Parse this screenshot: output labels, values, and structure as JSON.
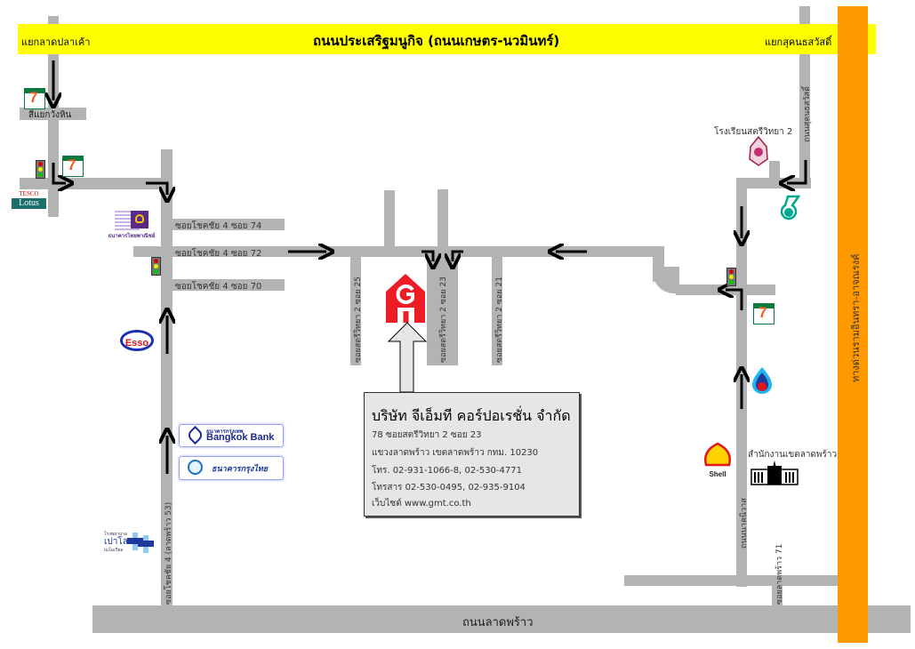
{
  "top_road": {
    "left_label": "แยกลาดปลาเค้า",
    "title": "ถนนประเสริฐมนูกิจ (ถนนเกษตร-นวมินทร์)",
    "right_label": "แยกสุคนธสวัสดิ์"
  },
  "expressway_label": "ทางด่วนรามอินทรา-อาจณรงค์",
  "bottom_road_label": "ถนนลาดพร้าว",
  "labels": {
    "four_way": "สี่แยกวังหิน",
    "soi74": "ซอยโชคชัย 4 ซอย 74",
    "soi72": "ซอยโชคชัย 4 ซอย 72",
    "soi70": "ซอยโชคชัย 4 ซอย 70",
    "soi25": "ซอยสตรีวิทยา 2 ซอย 25",
    "soi23": "ซอยสตรีวิทยา 2 ซอย 23",
    "soi21": "ซอยสตรีวิทยา 2 ซอย 21",
    "chokchai4": "ซอยโชคชัย 4 (ลาดพร้าว 53)",
    "sukhonthasawat_rd": "ถนนสุคนธสวัสดิ์",
    "nakniwat_rd": "ถนนนาคนิวาส",
    "ladprao71": "ซอยลาดพร้าว 71",
    "school": "โรงเรียนสตรีวิทยา 2",
    "district_office": "สำนักงานเขตลาดพร้าว"
  },
  "company": {
    "name": "บริษัท จีเอ็มที คอร์ปอเรชั่น จำกัด",
    "address1": "78 ซอยสตรีวิทยา 2 ซอย 23",
    "address2": "แขวงลาดพร้าว เขตลาดพร้าว กทม. 10230",
    "phone": "โทร. 02-931-1066-8, 02-530-4771",
    "fax": "โทรสาร 02-530-0495, 02-935-9104",
    "website": "เว็บไซต์ www.gmt.co.th"
  },
  "logos": {
    "tesco_top": "TESCO",
    "tesco_bottom": "Lotus",
    "scb": "ธนาคารไทยพาณิชย์",
    "esso": "Esso",
    "bbl_th": "ธนาคารกรุงเทพ",
    "bbl": "Bangkok Bank",
    "ktb": "ธนาคารกรุงไทย",
    "hospital_top": "โรงพยาบาล",
    "hospital": "เปาโล",
    "hospital_sub": "เมโมเรียล",
    "shell": "Shell",
    "seven": "7"
  },
  "colors": {
    "road": "#b3b3b3",
    "main_road": "#ffff00",
    "expressway": "#ff9900",
    "gmt": "#ee1c25"
  }
}
